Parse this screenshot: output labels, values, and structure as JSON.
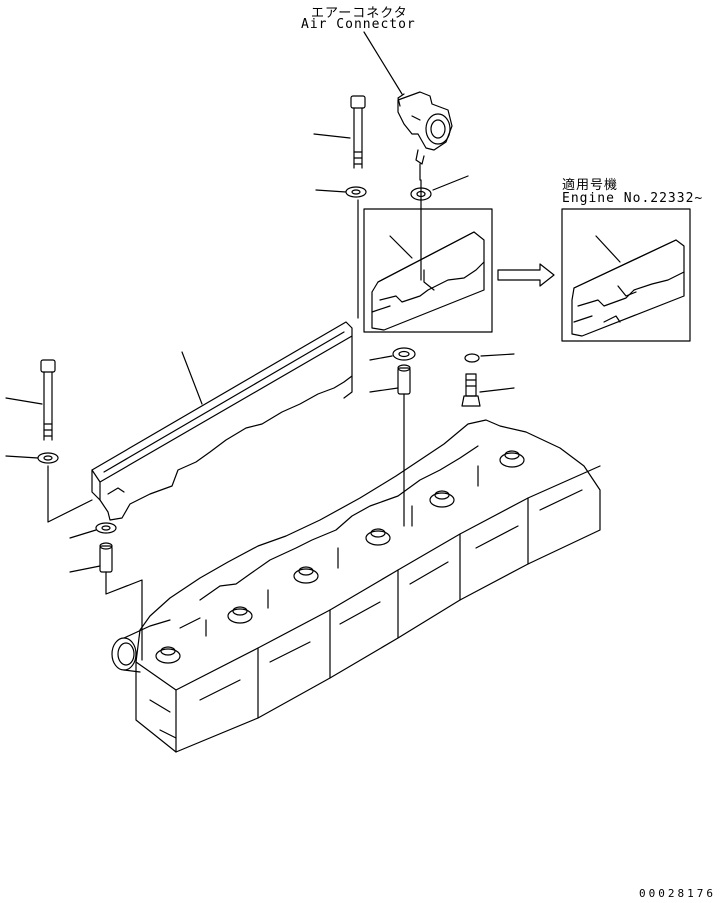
{
  "callouts": {
    "air_connector_jp": "エアーコネクタ",
    "air_connector_en": "Air Connector",
    "applicable_jp": "適用号機",
    "engine_no": "Engine No.22332~"
  },
  "drawing_code": "00028176",
  "colors": {
    "ink": "#000000",
    "paper": "#ffffff"
  }
}
